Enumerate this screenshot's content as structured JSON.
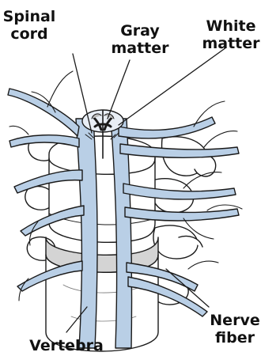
{
  "colors": {
    "nerve": "#b9cfe6",
    "bone": "#ffffff",
    "disc": "#d4d4d4",
    "outline": "#1a1a1a",
    "gray_matter": "#bdbdbd",
    "text": "#111111"
  },
  "labels": {
    "spinal_cord": [
      "Spinal",
      "cord"
    ],
    "gray_matter": [
      "Gray",
      "matter"
    ],
    "white_matter": [
      "White",
      "matter"
    ],
    "nerve_fiber": [
      "Nerve",
      "fiber"
    ],
    "vertebra": "Vertebra"
  }
}
